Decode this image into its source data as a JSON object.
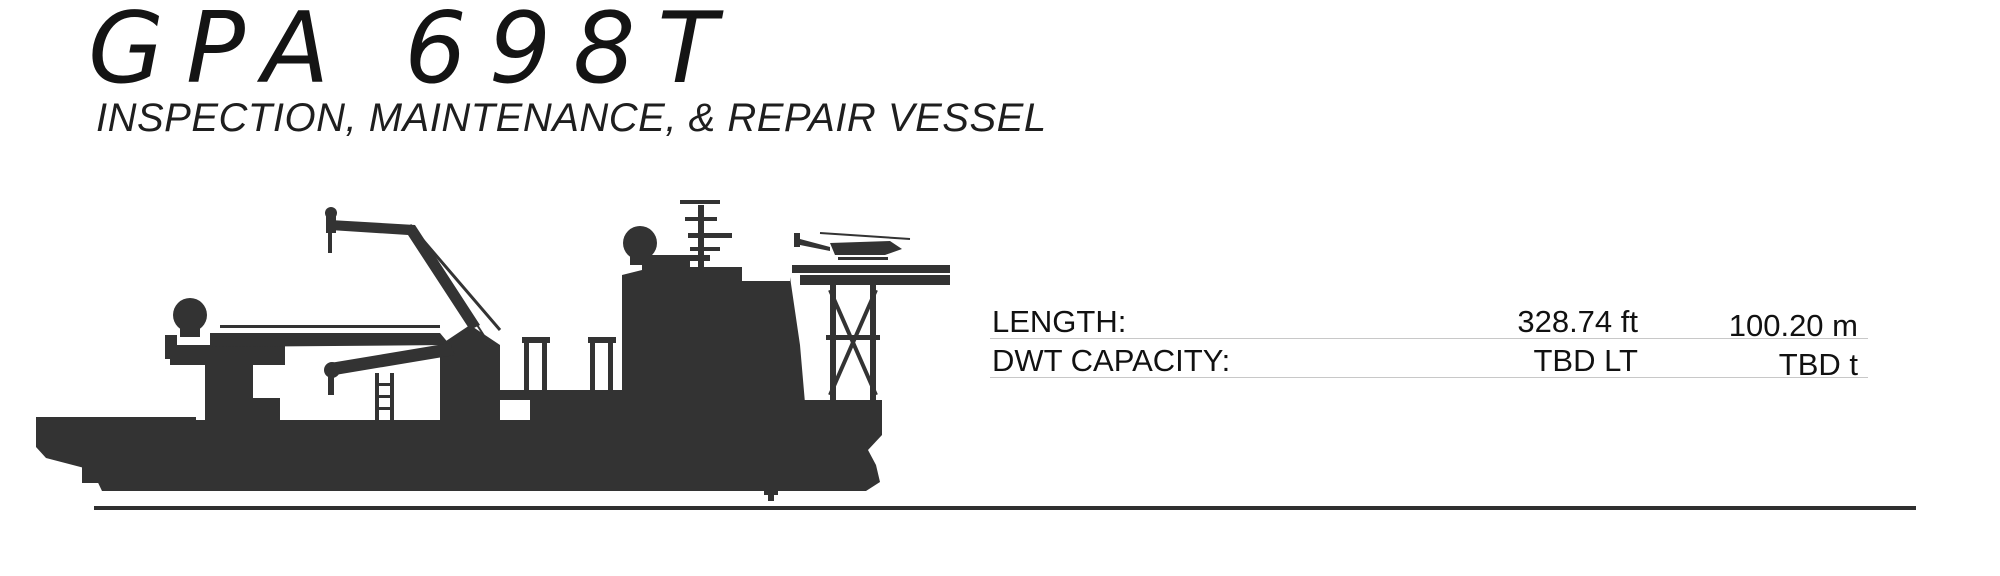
{
  "header": {
    "title": "GPA 698T",
    "subtitle": "INSPECTION, MAINTENANCE, & REPAIR VESSEL"
  },
  "specs": [
    {
      "label": "LENGTH:",
      "imperial": "328.74 ft",
      "metric": "100.20 m"
    },
    {
      "label": "DWT CAPACITY:",
      "imperial": "TBD LT",
      "metric": "TBD t"
    }
  ],
  "colors": {
    "silhouette": "#333333",
    "text": "#141414",
    "rule": "#c8c8c8"
  },
  "icons": {
    "vessel": "ship-silhouette-icon",
    "helicopter": "helicopter-icon"
  }
}
